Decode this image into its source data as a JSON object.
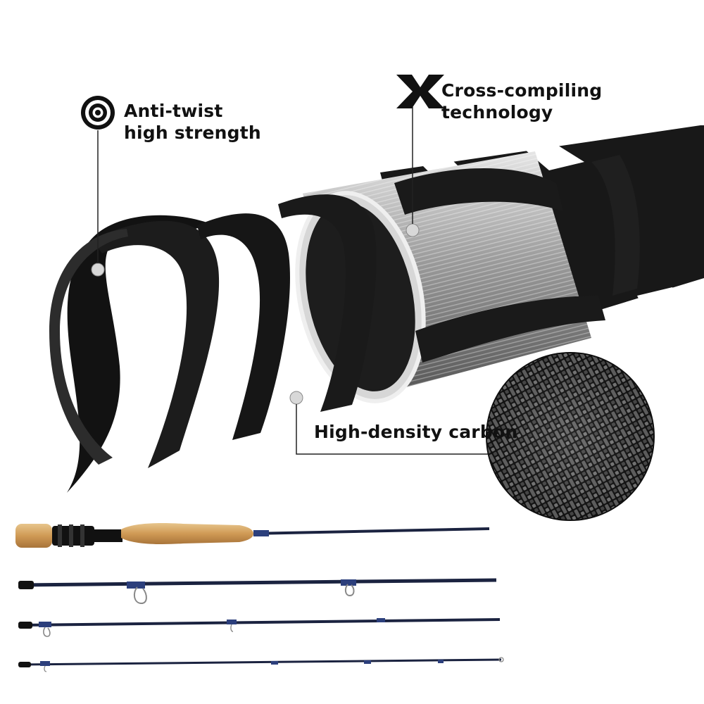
{
  "labels": {
    "anti_twist": {
      "line1": "Anti-twist",
      "line2": "high strength",
      "icon": "target-icon"
    },
    "cross": {
      "line1": "Cross-compiling",
      "line2": "technology",
      "icon": "x-mark-icon"
    },
    "carbon": {
      "text": "High-density carbon",
      "icon": "carbon-weave-magnifier"
    }
  },
  "colors": {
    "carbon_black": "#141414",
    "core_grey": "#a9a9a9",
    "cork": "#d6a868",
    "blank_navy": "#1b2340",
    "thread_blue": "#2c3f7c",
    "leader_line": "#222222"
  }
}
